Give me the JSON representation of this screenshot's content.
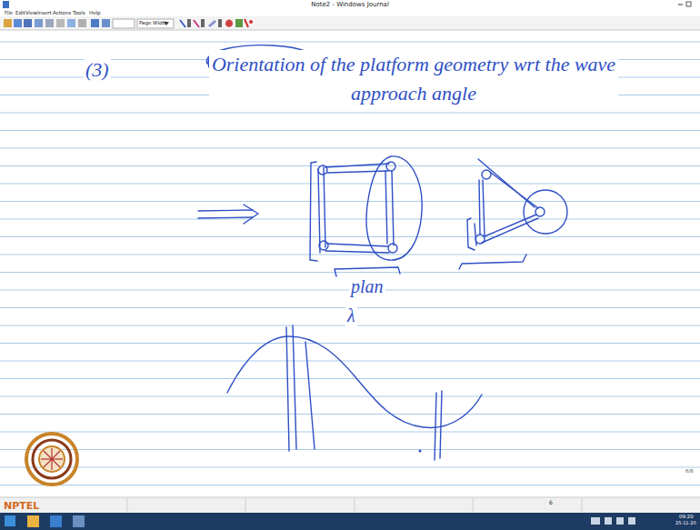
{
  "diagram": {
    "labels": [
      "Note2 - Windows Journal",
      "File",
      "Edit",
      "View",
      "Insert",
      "Actions",
      "Tools",
      "Help",
      "Page Width",
      "(3)",
      "Orientation of the platform geometry wrt the wave approach angle",
      "plan",
      "λ",
      "NPTEL",
      "6",
      "6/6",
      "09:20",
      "25-11-20"
    ]
  }
}
